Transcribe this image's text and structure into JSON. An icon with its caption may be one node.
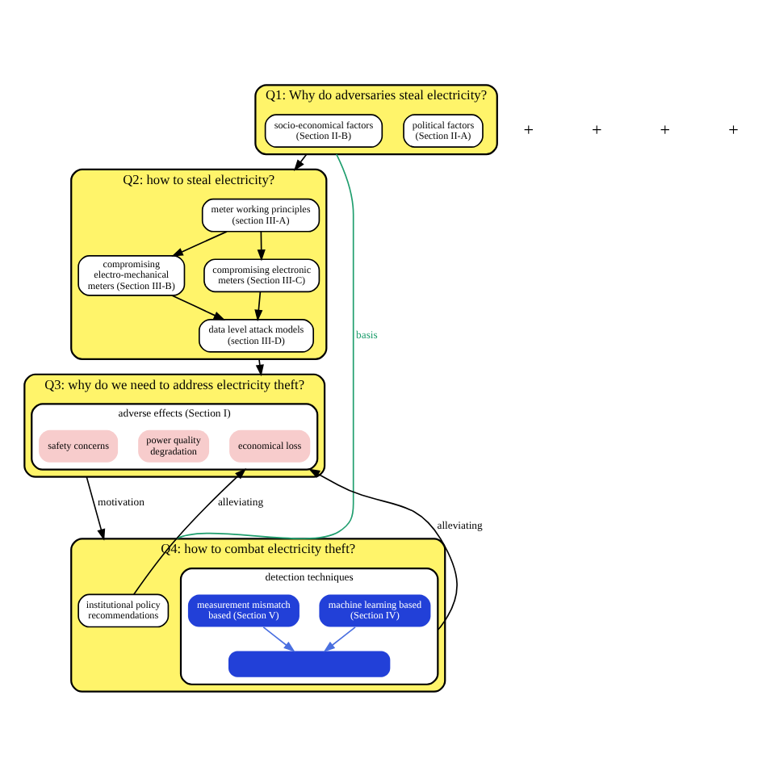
{
  "diagram": {
    "nodes": [
      {
        "text": [
          "Q1: Why do adversaries steal electricity?"
        ]
      },
      {
        "text": [
          "political factors (Section II-A)"
        ],
        "in": 0
      },
      {
        "text": [
          "socio-economical factors (Section II-B)"
        ],
        "in": 0
      },
      {
        "text": [
          "Q2: how to steal electricity?"
        ]
      },
      {
        "text": [
          "meter working principles (section III-A)"
        ],
        "in": 3
      },
      {
        "text": [
          "compromising electro-mechanical meters (Section III-B)"
        ],
        "in": 3
      },
      {
        "text": [
          "compromising electronic meters (Section III-C)"
        ],
        "in": 3
      },
      {
        "text": [
          "data level attack models (section III-D)"
        ],
        "in": 3
      },
      {
        "text": [
          "Q3: why do we need to address electricity theft?"
        ]
      },
      {
        "text": [
          "adverse effects (Section I)"
        ],
        "in": 8
      },
      {
        "text": [
          "economical loss"
        ],
        "in": 9
      },
      {
        "text": [
          "power quality degradation"
        ],
        "in": 9
      },
      {
        "text": [
          "safety concerns"
        ],
        "in": 9
      },
      {
        "text": [
          "Q4: how to combat electricity theft?"
        ]
      },
      {
        "text": [
          "institutional policy recommendations"
        ],
        "in": 13
      },
      {
        "text": [
          "detection techniques"
        ],
        "in": 13
      },
      {
        "text": [
          "machine learning based (Section IV)"
        ],
        "in": 15
      },
      {
        "text": [
          "measurement mismatch based (Section V)"
        ],
        "in": 15
      },
      {
        "text": [],
        "shape": "box",
        "in": 15
      }
    ],
    "edges": [
      {
        "from": 0,
        "to": 3,
        "arrow": "to"
      },
      {
        "from": 4,
        "to": 5,
        "arrow": "to"
      },
      {
        "from": 4,
        "to": 6,
        "arrow": "to"
      },
      {
        "from": 5,
        "to": 7,
        "arrow": "to"
      },
      {
        "from": 6,
        "to": 7,
        "arrow": "to"
      },
      {
        "from": 3,
        "to": 8,
        "arrow": "to"
      },
      {
        "from": 8,
        "to": 13,
        "arrow": "to",
        "label": "motivation"
      },
      {
        "from": 14,
        "to": 9,
        "arrow": "to",
        "label": "alleviating"
      },
      {
        "from": 15,
        "to": 9,
        "arrow": "to",
        "label": "alleviating"
      },
      {
        "from": 0,
        "to": 13,
        "arrow": "none",
        "label": "basis",
        "color": "#1f9e6e"
      },
      {
        "from": 16,
        "to": 18,
        "arrow": "to",
        "color": "#4a6fe0"
      },
      {
        "from": 17,
        "to": 18,
        "arrow": "to",
        "color": "#4a6fe0"
      }
    ],
    "labels": [
      "+",
      "+",
      "+",
      "+"
    ]
  }
}
